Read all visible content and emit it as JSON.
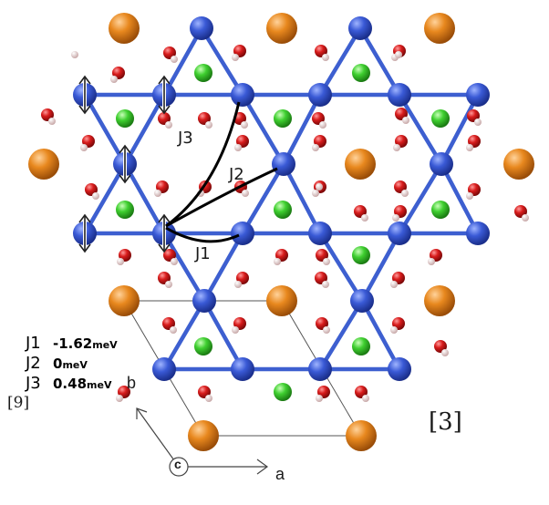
{
  "labels": {
    "j3_path": "J3",
    "j2_path": "J2",
    "j1_path": "J1",
    "ref_right": "[3]",
    "ref_left": "[9]",
    "axis_a": "a",
    "axis_b": "b",
    "axis_c": "c"
  },
  "legend": [
    {
      "name": "J1",
      "value": "-1.62",
      "unit": "meV"
    },
    {
      "name": "J2",
      "value": "0",
      "unit": "meV"
    },
    {
      "name": "J3",
      "value": "0.48",
      "unit": "meV"
    }
  ],
  "colors": {
    "bond": "#3d5fd0",
    "atom_blue": "#2f4fc4",
    "atom_orange": "#e08020",
    "atom_green": "#35c02a",
    "atom_red": "#d01818",
    "atom_h": "#f2dcdc",
    "exchange_path": "#000000",
    "cell_outline": "#555555"
  }
}
